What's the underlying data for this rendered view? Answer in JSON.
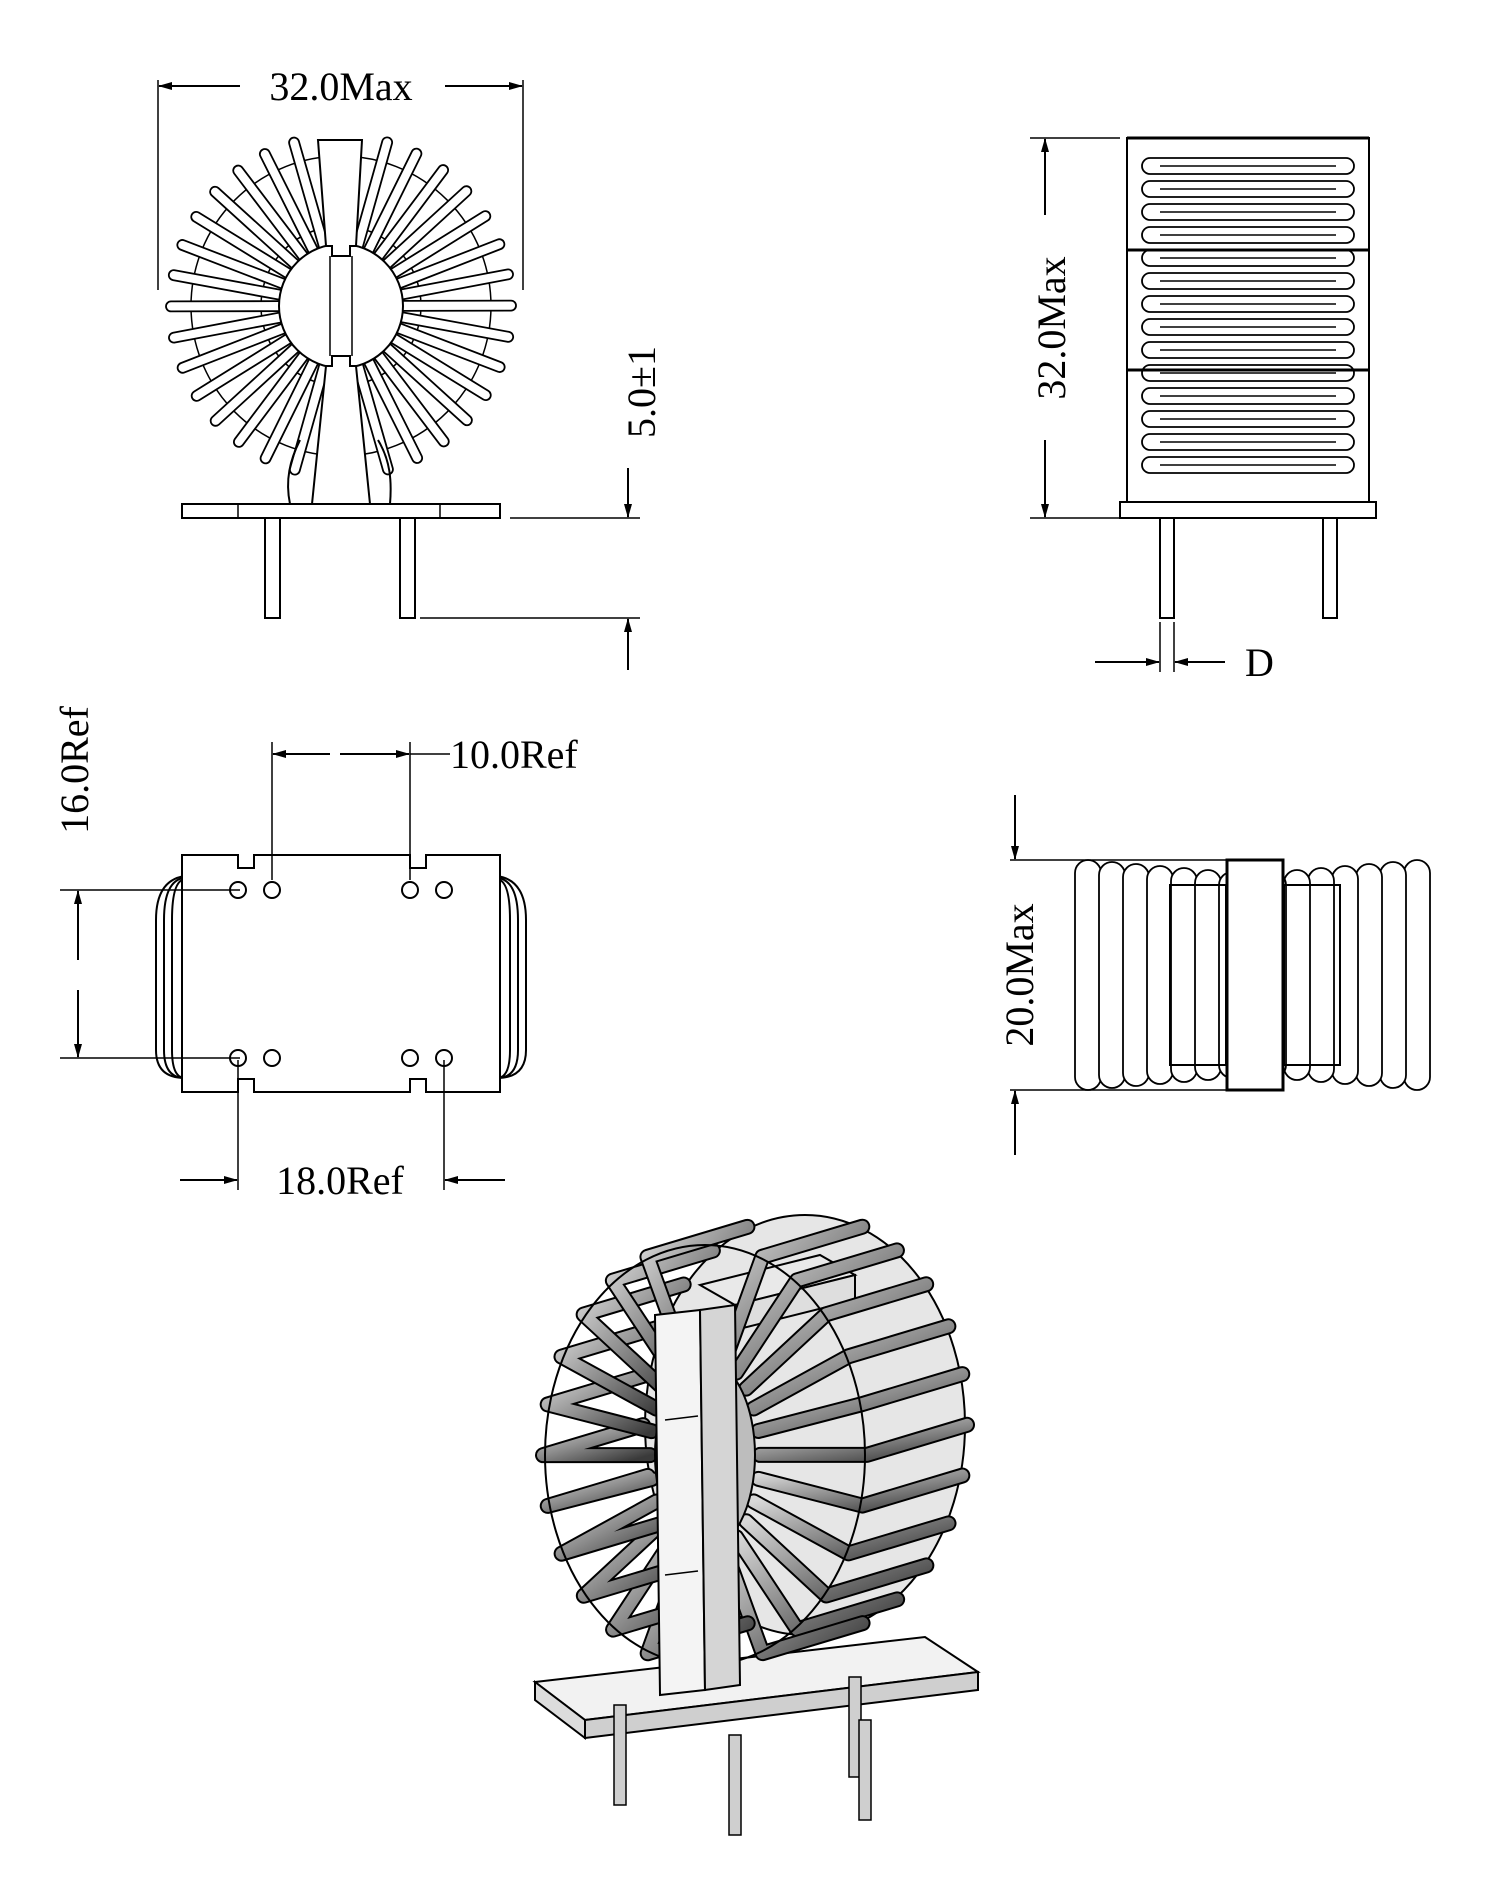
{
  "dimensions": {
    "front_width": "32.0Max",
    "pin_length": "5.0±1",
    "side_height": "32.0Max",
    "pin_diameter": "D",
    "bottom_row_spacing": "16.0Ref",
    "bottom_pin_pitch_inner": "10.0Ref",
    "bottom_pin_pitch_outer": "18.0Ref",
    "top_depth": "20.0Max"
  },
  "front_view": {
    "turns": 34
  },
  "side_view": {
    "turns": 14
  },
  "top_view": {
    "turns": 14
  },
  "colors": {
    "line": "#000000",
    "background": "#ffffff",
    "wire_shade": "#8c8c8c",
    "core_shade": "#d9d9d9"
  }
}
